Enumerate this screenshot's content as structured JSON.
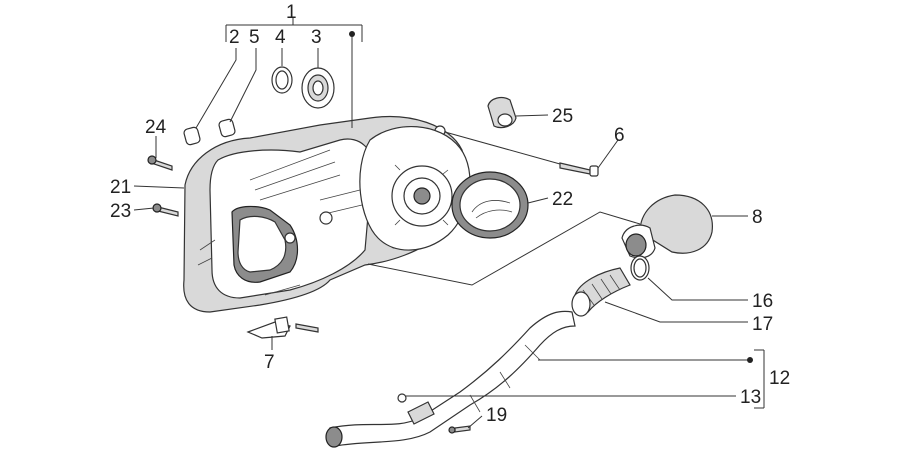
{
  "callouts": [
    {
      "id": "1",
      "label": "1"
    },
    {
      "id": "2",
      "label": "2"
    },
    {
      "id": "3",
      "label": "3"
    },
    {
      "id": "4",
      "label": "4"
    },
    {
      "id": "5",
      "label": "5"
    },
    {
      "id": "6",
      "label": "6"
    },
    {
      "id": "7",
      "label": "7"
    },
    {
      "id": "8",
      "label": "8"
    },
    {
      "id": "12",
      "label": "12"
    },
    {
      "id": "13",
      "label": "13"
    },
    {
      "id": "16",
      "label": "16"
    },
    {
      "id": "17",
      "label": "17"
    },
    {
      "id": "19",
      "label": "19"
    },
    {
      "id": "21",
      "label": "21"
    },
    {
      "id": "22",
      "label": "22"
    },
    {
      "id": "23",
      "label": "23"
    },
    {
      "id": "24",
      "label": "24"
    },
    {
      "id": "25",
      "label": "25"
    }
  ]
}
